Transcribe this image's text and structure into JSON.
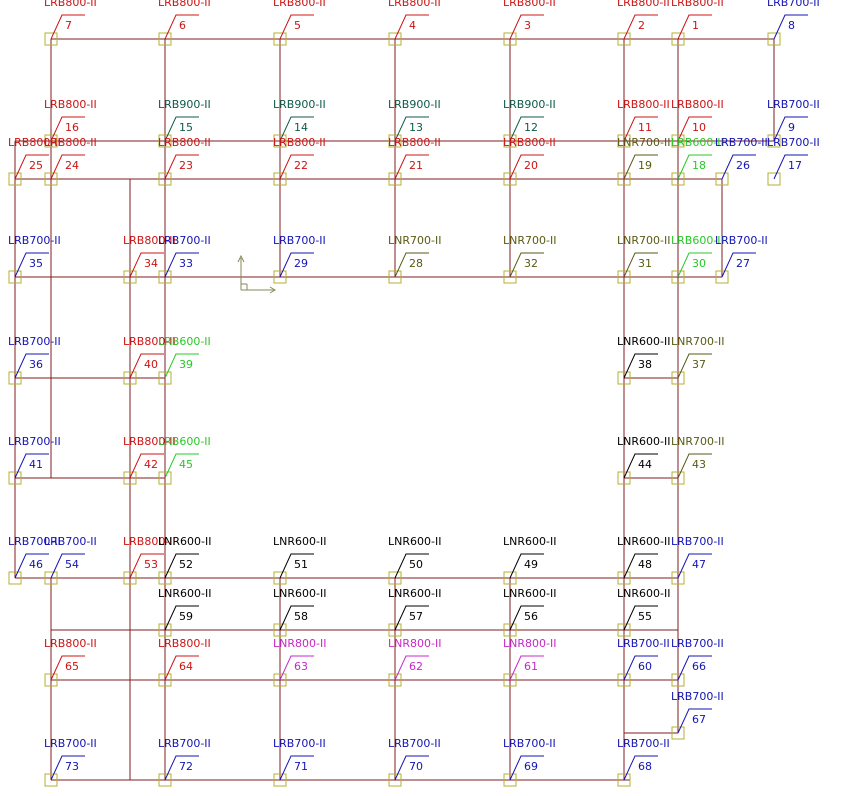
{
  "colors": {
    "background": "#ffffff",
    "grid": "#7f1e1e",
    "marker": "#b5b030",
    "axis": "#8a8a5a",
    "LRB800-II": "#cc1414",
    "LRB900-II": "#0f5a4a",
    "LRB700-II": "#1414b4",
    "LRB600-II": "#28c828",
    "LNR700-II": "#5a5a14",
    "LNR600-II": "#000000",
    "LNR800-II": "#c828c8"
  },
  "bearings": [
    {
      "id": "7",
      "type": "LRB800-II"
    },
    {
      "id": "6",
      "type": "LRB800-II"
    },
    {
      "id": "5",
      "type": "LRB800-II"
    },
    {
      "id": "4",
      "type": "LRB800-II"
    },
    {
      "id": "3",
      "type": "LRB800-II"
    },
    {
      "id": "2",
      "type": "LRB800-II"
    },
    {
      "id": "1",
      "type": "LRB800-II"
    },
    {
      "id": "8",
      "type": "LRB700-II"
    },
    {
      "id": "16",
      "type": "LRB800-II"
    },
    {
      "id": "15",
      "type": "LRB900-II"
    },
    {
      "id": "14",
      "type": "LRB900-II"
    },
    {
      "id": "13",
      "type": "LRB900-II"
    },
    {
      "id": "12",
      "type": "LRB900-II"
    },
    {
      "id": "11",
      "type": "LRB800-II"
    },
    {
      "id": "10",
      "type": "LRB800-II"
    },
    {
      "id": "9",
      "type": "LRB700-II"
    },
    {
      "id": "25",
      "type": "LRB800-II"
    },
    {
      "id": "24",
      "type": "LRB800-II"
    },
    {
      "id": "23",
      "type": "LRB800-II"
    },
    {
      "id": "22",
      "type": "LRB800-II"
    },
    {
      "id": "21",
      "type": "LRB800-II"
    },
    {
      "id": "20",
      "type": "LRB800-II"
    },
    {
      "id": "19",
      "type": "LNR700-II"
    },
    {
      "id": "18",
      "type": "LRB600-II"
    },
    {
      "id": "26",
      "type": "LRB700-II"
    },
    {
      "id": "17",
      "type": "LRB700-II"
    },
    {
      "id": "35",
      "type": "LRB700-II"
    },
    {
      "id": "34",
      "type": "LRB800-II"
    },
    {
      "id": "33",
      "type": "LRB700-II"
    },
    {
      "id": "29",
      "type": "LRB700-II"
    },
    {
      "id": "28",
      "type": "LNR700-II"
    },
    {
      "id": "32",
      "type": "LNR700-II"
    },
    {
      "id": "31",
      "type": "LNR700-II"
    },
    {
      "id": "30",
      "type": "LRB600-II"
    },
    {
      "id": "27",
      "type": "LRB700-II"
    },
    {
      "id": "36",
      "type": "LRB700-II"
    },
    {
      "id": "40",
      "type": "LRB800-II"
    },
    {
      "id": "39",
      "type": "LRB600-II"
    },
    {
      "id": "38",
      "type": "LNR600-II"
    },
    {
      "id": "37",
      "type": "LNR700-II"
    },
    {
      "id": "41",
      "type": "LRB700-II"
    },
    {
      "id": "42",
      "type": "LRB800-II"
    },
    {
      "id": "45",
      "type": "LRB600-II"
    },
    {
      "id": "44",
      "type": "LNR600-II"
    },
    {
      "id": "43",
      "type": "LNR700-II"
    },
    {
      "id": "46",
      "type": "LRB700-II"
    },
    {
      "id": "54",
      "type": "LRB700-II"
    },
    {
      "id": "53",
      "type": "LRB800-II"
    },
    {
      "id": "52",
      "type": "LNR600-II"
    },
    {
      "id": "51",
      "type": "LNR600-II"
    },
    {
      "id": "50",
      "type": "LNR600-II"
    },
    {
      "id": "49",
      "type": "LNR600-II"
    },
    {
      "id": "48",
      "type": "LNR600-II"
    },
    {
      "id": "47",
      "type": "LRB700-II"
    },
    {
      "id": "59",
      "type": "LNR600-II"
    },
    {
      "id": "58",
      "type": "LNR600-II"
    },
    {
      "id": "57",
      "type": "LNR600-II"
    },
    {
      "id": "56",
      "type": "LNR600-II"
    },
    {
      "id": "55",
      "type": "LNR600-II"
    },
    {
      "id": "65",
      "type": "LRB800-II"
    },
    {
      "id": "64",
      "type": "LRB800-II"
    },
    {
      "id": "63",
      "type": "LNR800-II"
    },
    {
      "id": "62",
      "type": "LNR800-II"
    },
    {
      "id": "61",
      "type": "LNR800-II"
    },
    {
      "id": "60",
      "type": "LRB700-II"
    },
    {
      "id": "66",
      "type": "LRB700-II"
    },
    {
      "id": "67",
      "type": "LRB700-II"
    },
    {
      "id": "73",
      "type": "LRB700-II"
    },
    {
      "id": "72",
      "type": "LRB700-II"
    },
    {
      "id": "71",
      "type": "LRB700-II"
    },
    {
      "id": "70",
      "type": "LRB700-II"
    },
    {
      "id": "69",
      "type": "LRB700-II"
    },
    {
      "id": "68",
      "type": "LRB700-II"
    }
  ]
}
